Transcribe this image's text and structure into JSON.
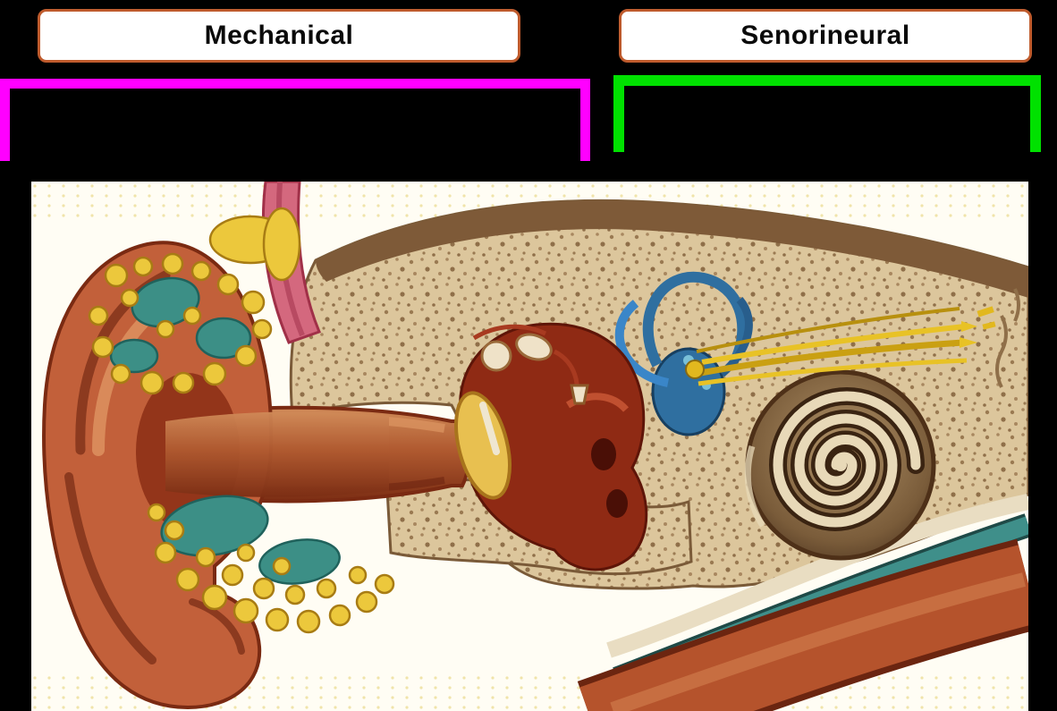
{
  "page": {
    "background": "#000000"
  },
  "labels": {
    "mechanical": "Mechanical",
    "sensorineural": "Senorineural"
  },
  "label_box_style": {
    "border_color": "#bf5b2d",
    "background": "#ffffff",
    "text_color": "#000000"
  },
  "brackets": {
    "mechanical_color": "#ff00ff",
    "sensorineural_color": "#00e100"
  },
  "illustration": {
    "alt": "Cross-section anatomical illustration of the human ear showing outer ear, ear canal, ossicles, semicircular canals and cochlea"
  }
}
